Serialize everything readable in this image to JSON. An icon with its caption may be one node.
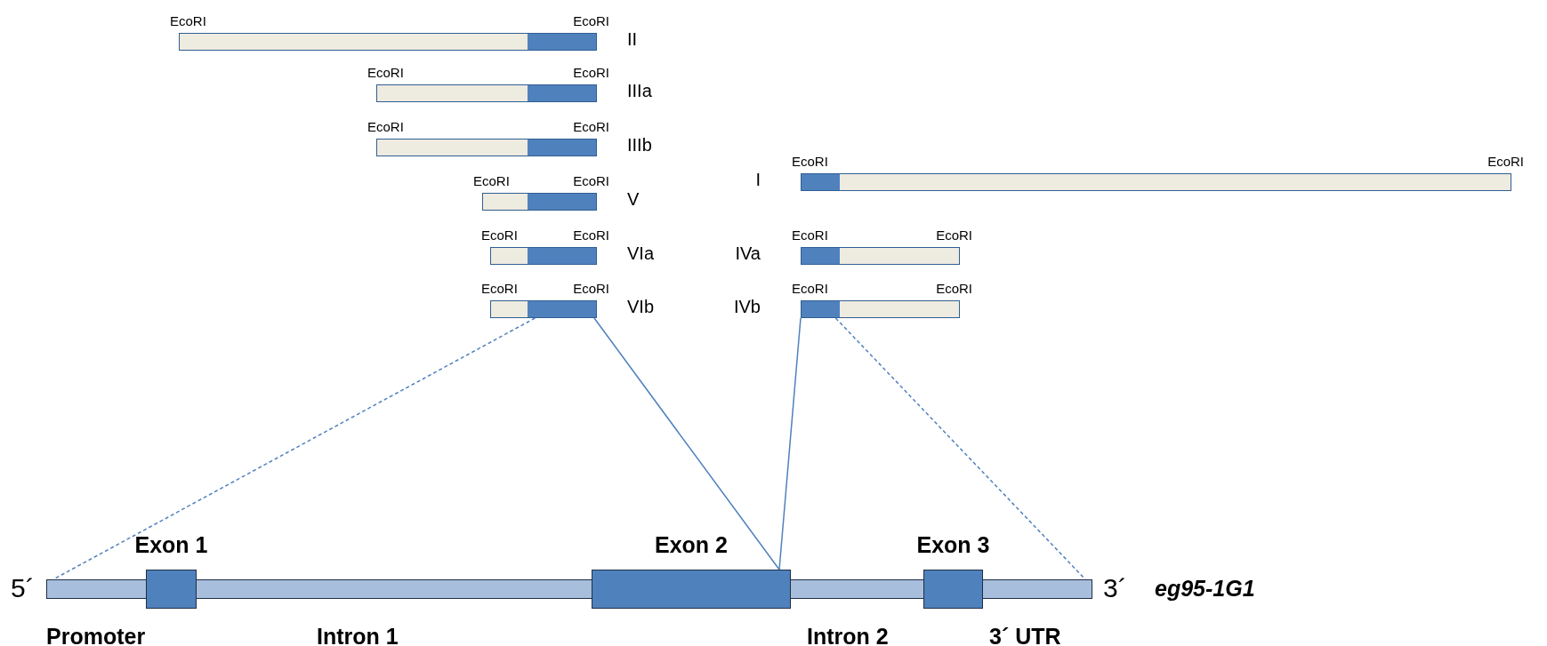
{
  "diagram": {
    "nodes": [
      {
        "text": [],
        "shape": "bar",
        "beside": [
          "EcoRI",
          "EcoRI",
          "II"
        ]
      },
      {
        "text": [],
        "shape": "bar",
        "beside": [
          "EcoRI",
          "EcoRI",
          "IIIa"
        ]
      },
      {
        "text": [],
        "shape": "bar",
        "beside": [
          "EcoRI",
          "EcoRI",
          "IIIb"
        ]
      },
      {
        "text": [],
        "shape": "bar",
        "beside": [
          "EcoRI",
          "EcoRI",
          "I"
        ]
      },
      {
        "text": [],
        "shape": "bar",
        "beside": [
          "EcoRI",
          "EcoRI",
          "V"
        ]
      },
      {
        "text": [],
        "shape": "bar",
        "beside": [
          "EcoRI",
          "EcoRI",
          "VIa"
        ]
      },
      {
        "text": [],
        "shape": "bar",
        "beside": [
          "EcoRI",
          "EcoRI",
          "IVa"
        ]
      },
      {
        "text": [],
        "shape": "bar",
        "beside": [
          "EcoRI",
          "EcoRI",
          "VIb"
        ]
      },
      {
        "text": [],
        "shape": "bar",
        "beside": [
          "EcoRI",
          "EcoRI",
          "IVb"
        ]
      },
      {
        "text": [],
        "shape": "bar",
        "beside": [
          "5´",
          "3´",
          "eg95-1G1"
        ]
      },
      {
        "text": [
          "Exon 1"
        ]
      },
      {
        "text": [
          "Exon 2"
        ]
      },
      {
        "text": [
          "Exon 3"
        ]
      }
    ],
    "edges": [
      {
        "from": 7,
        "to": 9,
        "arrow": "none",
        "style": "dashed"
      },
      {
        "from": 7,
        "to": 11,
        "arrow": "none"
      },
      {
        "from": 8,
        "to": 11,
        "arrow": "none"
      },
      {
        "from": 8,
        "to": 9,
        "arrow": "none",
        "style": "dashed"
      }
    ],
    "labels": [
      "Promoter",
      "Intron 1",
      "Intron 2",
      "3´ UTR"
    ]
  }
}
